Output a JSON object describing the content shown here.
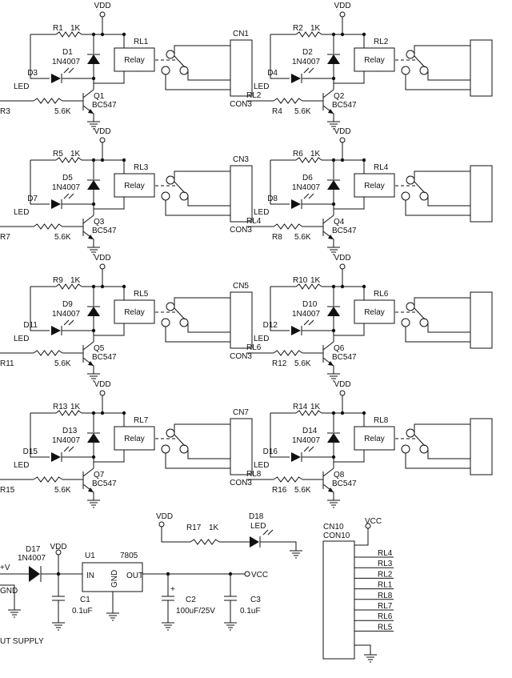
{
  "cells": [
    {
      "r": "R1",
      "rv": "1K",
      "vdd": "VDD",
      "d": "D1",
      "dp": "1N4007",
      "rl": "RL1",
      "relay": "Relay",
      "cn": "CN1",
      "con": "CON3",
      "led": "D3",
      "ledt": "LED",
      "q": "Q1",
      "qp": "BC547",
      "rb": "R3",
      "rbv": "5.6K",
      "inp": ""
    },
    {
      "r": "R2",
      "rv": "1K",
      "vdd": "VDD",
      "d": "D2",
      "dp": "1N4007",
      "rl": "RL2",
      "relay": "Relay",
      "cn": "",
      "con": "",
      "led": "D4",
      "ledt": "LED",
      "q": "Q2",
      "qp": "BC547",
      "rb": "R4",
      "rbv": "5.6K",
      "inp": "RL2"
    },
    {
      "r": "R5",
      "rv": "1K",
      "vdd": "VDD",
      "d": "D5",
      "dp": "1N4007",
      "rl": "RL3",
      "relay": "Relay",
      "cn": "CN3",
      "con": "CON3",
      "led": "D7",
      "ledt": "LED",
      "q": "Q3",
      "qp": "BC547",
      "rb": "R7",
      "rbv": "5.6K",
      "inp": ""
    },
    {
      "r": "R6",
      "rv": "1K",
      "vdd": "VDD",
      "d": "D6",
      "dp": "1N4007",
      "rl": "RL4",
      "relay": "Relay",
      "cn": "",
      "con": "",
      "led": "D8",
      "ledt": "LED",
      "q": "Q4",
      "qp": "BC547",
      "rb": "R8",
      "rbv": "5.6K",
      "inp": "RL4"
    },
    {
      "r": "R9",
      "rv": "1K",
      "vdd": "VDD",
      "d": "D9",
      "dp": "1N4007",
      "rl": "RL5",
      "relay": "Relay",
      "cn": "CN5",
      "con": "CON3",
      "led": "D11",
      "ledt": "LED",
      "q": "Q5",
      "qp": "BC547",
      "rb": "R11",
      "rbv": "5.6K",
      "inp": ""
    },
    {
      "r": "R10",
      "rv": "1K",
      "vdd": "VDD",
      "d": "D10",
      "dp": "1N4007",
      "rl": "RL6",
      "relay": "Relay",
      "cn": "",
      "con": "",
      "led": "D12",
      "ledt": "LED",
      "q": "Q6",
      "qp": "BC547",
      "rb": "R12",
      "rbv": "5.6K",
      "inp": "RL6"
    },
    {
      "r": "R13",
      "rv": "1K",
      "vdd": "VDD",
      "d": "D13",
      "dp": "1N4007",
      "rl": "RL7",
      "relay": "Relay",
      "cn": "CN7",
      "con": "CON3",
      "led": "D15",
      "ledt": "LED",
      "q": "Q7",
      "qp": "BC547",
      "rb": "R15",
      "rbv": "5.6K",
      "inp": ""
    },
    {
      "r": "R14",
      "rv": "1K",
      "vdd": "VDD",
      "d": "D14",
      "dp": "1N4007",
      "rl": "RL8",
      "relay": "Relay",
      "cn": "",
      "con": "",
      "led": "D16",
      "ledt": "LED",
      "q": "Q8",
      "qp": "BC547",
      "rb": "R16",
      "rbv": "5.6K",
      "inp": "RL8"
    }
  ],
  "supply": {
    "vin_label": "+V",
    "gnd_label": "GND",
    "caption": "UT SUPPLY",
    "d17": "D17",
    "d17_part": "1N4007",
    "vdd": "VDD",
    "u1": "U1",
    "u1_part": "7805",
    "pin_in": "IN",
    "pin_gnd": "GND",
    "pin_out": "OUT",
    "vcc": "VCC",
    "c1": "C1",
    "c1_val": "0.1uF",
    "c2": "C2",
    "c2_val": "100uF/25V",
    "c2_plus": "+",
    "c3": "C3",
    "c3_val": "0.1uF"
  },
  "led_indicator": {
    "vdd": "VDD",
    "r17": "R17",
    "r17_val": "1K",
    "d18": "D18",
    "led": "LED"
  },
  "connector": {
    "name": "CN10",
    "part": "CON10",
    "vcc": "VCC",
    "pins": [
      "RL4",
      "RL3",
      "RL2",
      "RL1",
      "RL8",
      "RL7",
      "RL6",
      "RL5"
    ]
  }
}
